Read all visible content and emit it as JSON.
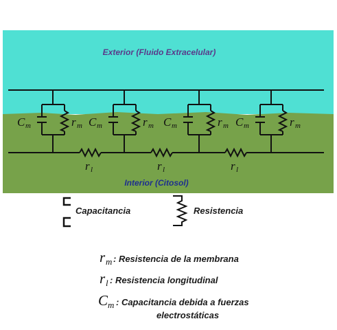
{
  "regions": {
    "exterior_label": "Exterior (Fluido Extracelular)",
    "interior_label": "Interior (Citosol)"
  },
  "circuit": {
    "cm_symbol": "C",
    "cm_subscript": "m",
    "rm_symbol": "r",
    "rm_subscript": "m",
    "rl_symbol": "r",
    "rl_subscript": "l"
  },
  "key": {
    "capacitor_label": "Capacitancia",
    "resistor_label": "Resistencia"
  },
  "definitions": {
    "rm_text": ": Resistencia de la membrana",
    "rl_text": " : Resistencia longitudinal",
    "cm_text_line1": ": Capacitancia debida a fuerzas",
    "cm_text_line2": "electrostáticas"
  },
  "colors": {
    "exterior": "#4fe0d3",
    "interior": "#77a24a",
    "exterior_text": "#5a3a8a",
    "interior_text": "#1e2f8e",
    "wire": "#111111"
  }
}
